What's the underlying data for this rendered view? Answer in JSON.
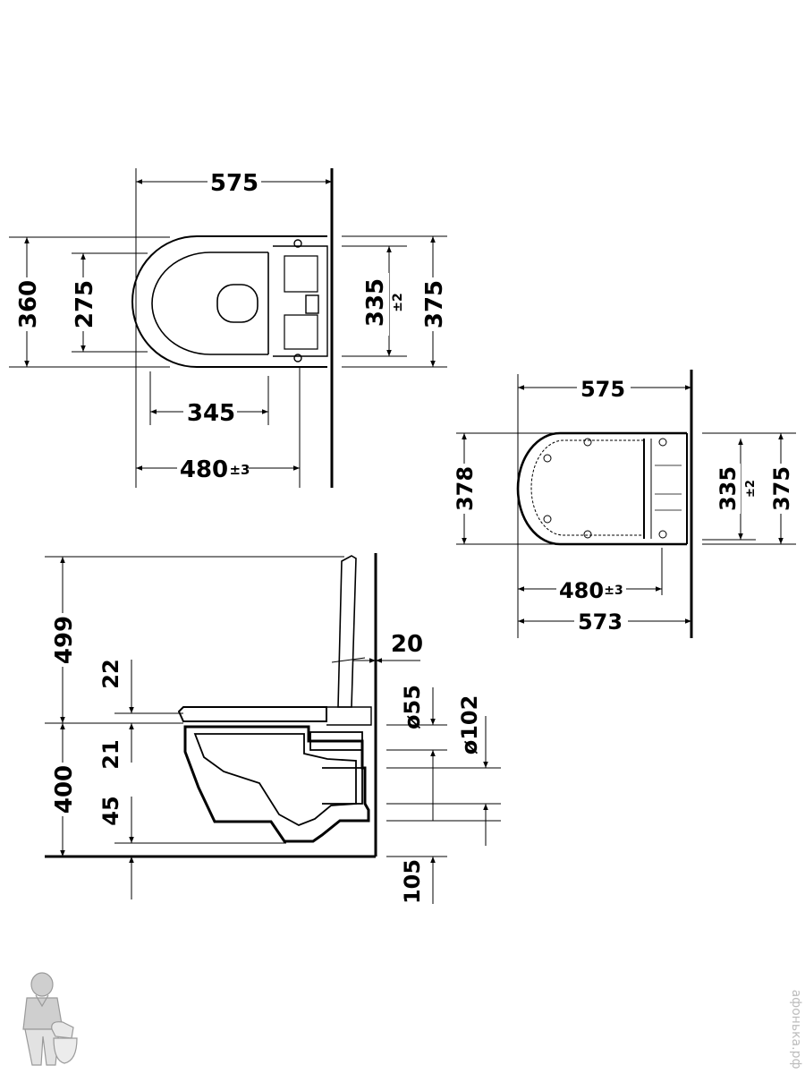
{
  "top_view_1": {
    "width_overall": "575",
    "depth": "360",
    "bowl_depth": "275",
    "bowl_length": "345",
    "projection": "480",
    "projection_tol": "±3",
    "fixing_centers": "335",
    "fixing_tol": "±2",
    "frame_width": "375"
  },
  "top_view_2": {
    "width_overall": "575",
    "depth": "378",
    "projection": "480",
    "projection_tol": "±3",
    "length": "573",
    "fixing_centers": "335",
    "fixing_tol": "±2",
    "frame_width": "375"
  },
  "side_view": {
    "seat_height_up": "499",
    "seat_thickness": "22",
    "rim_offset": "21",
    "rim_height": "400",
    "bowl_drop": "45",
    "wall_gap": "20",
    "inlet_diameter": "ø55",
    "outlet_diameter": "ø102",
    "outlet_height": "105"
  },
  "watermark": "афонька.рф"
}
